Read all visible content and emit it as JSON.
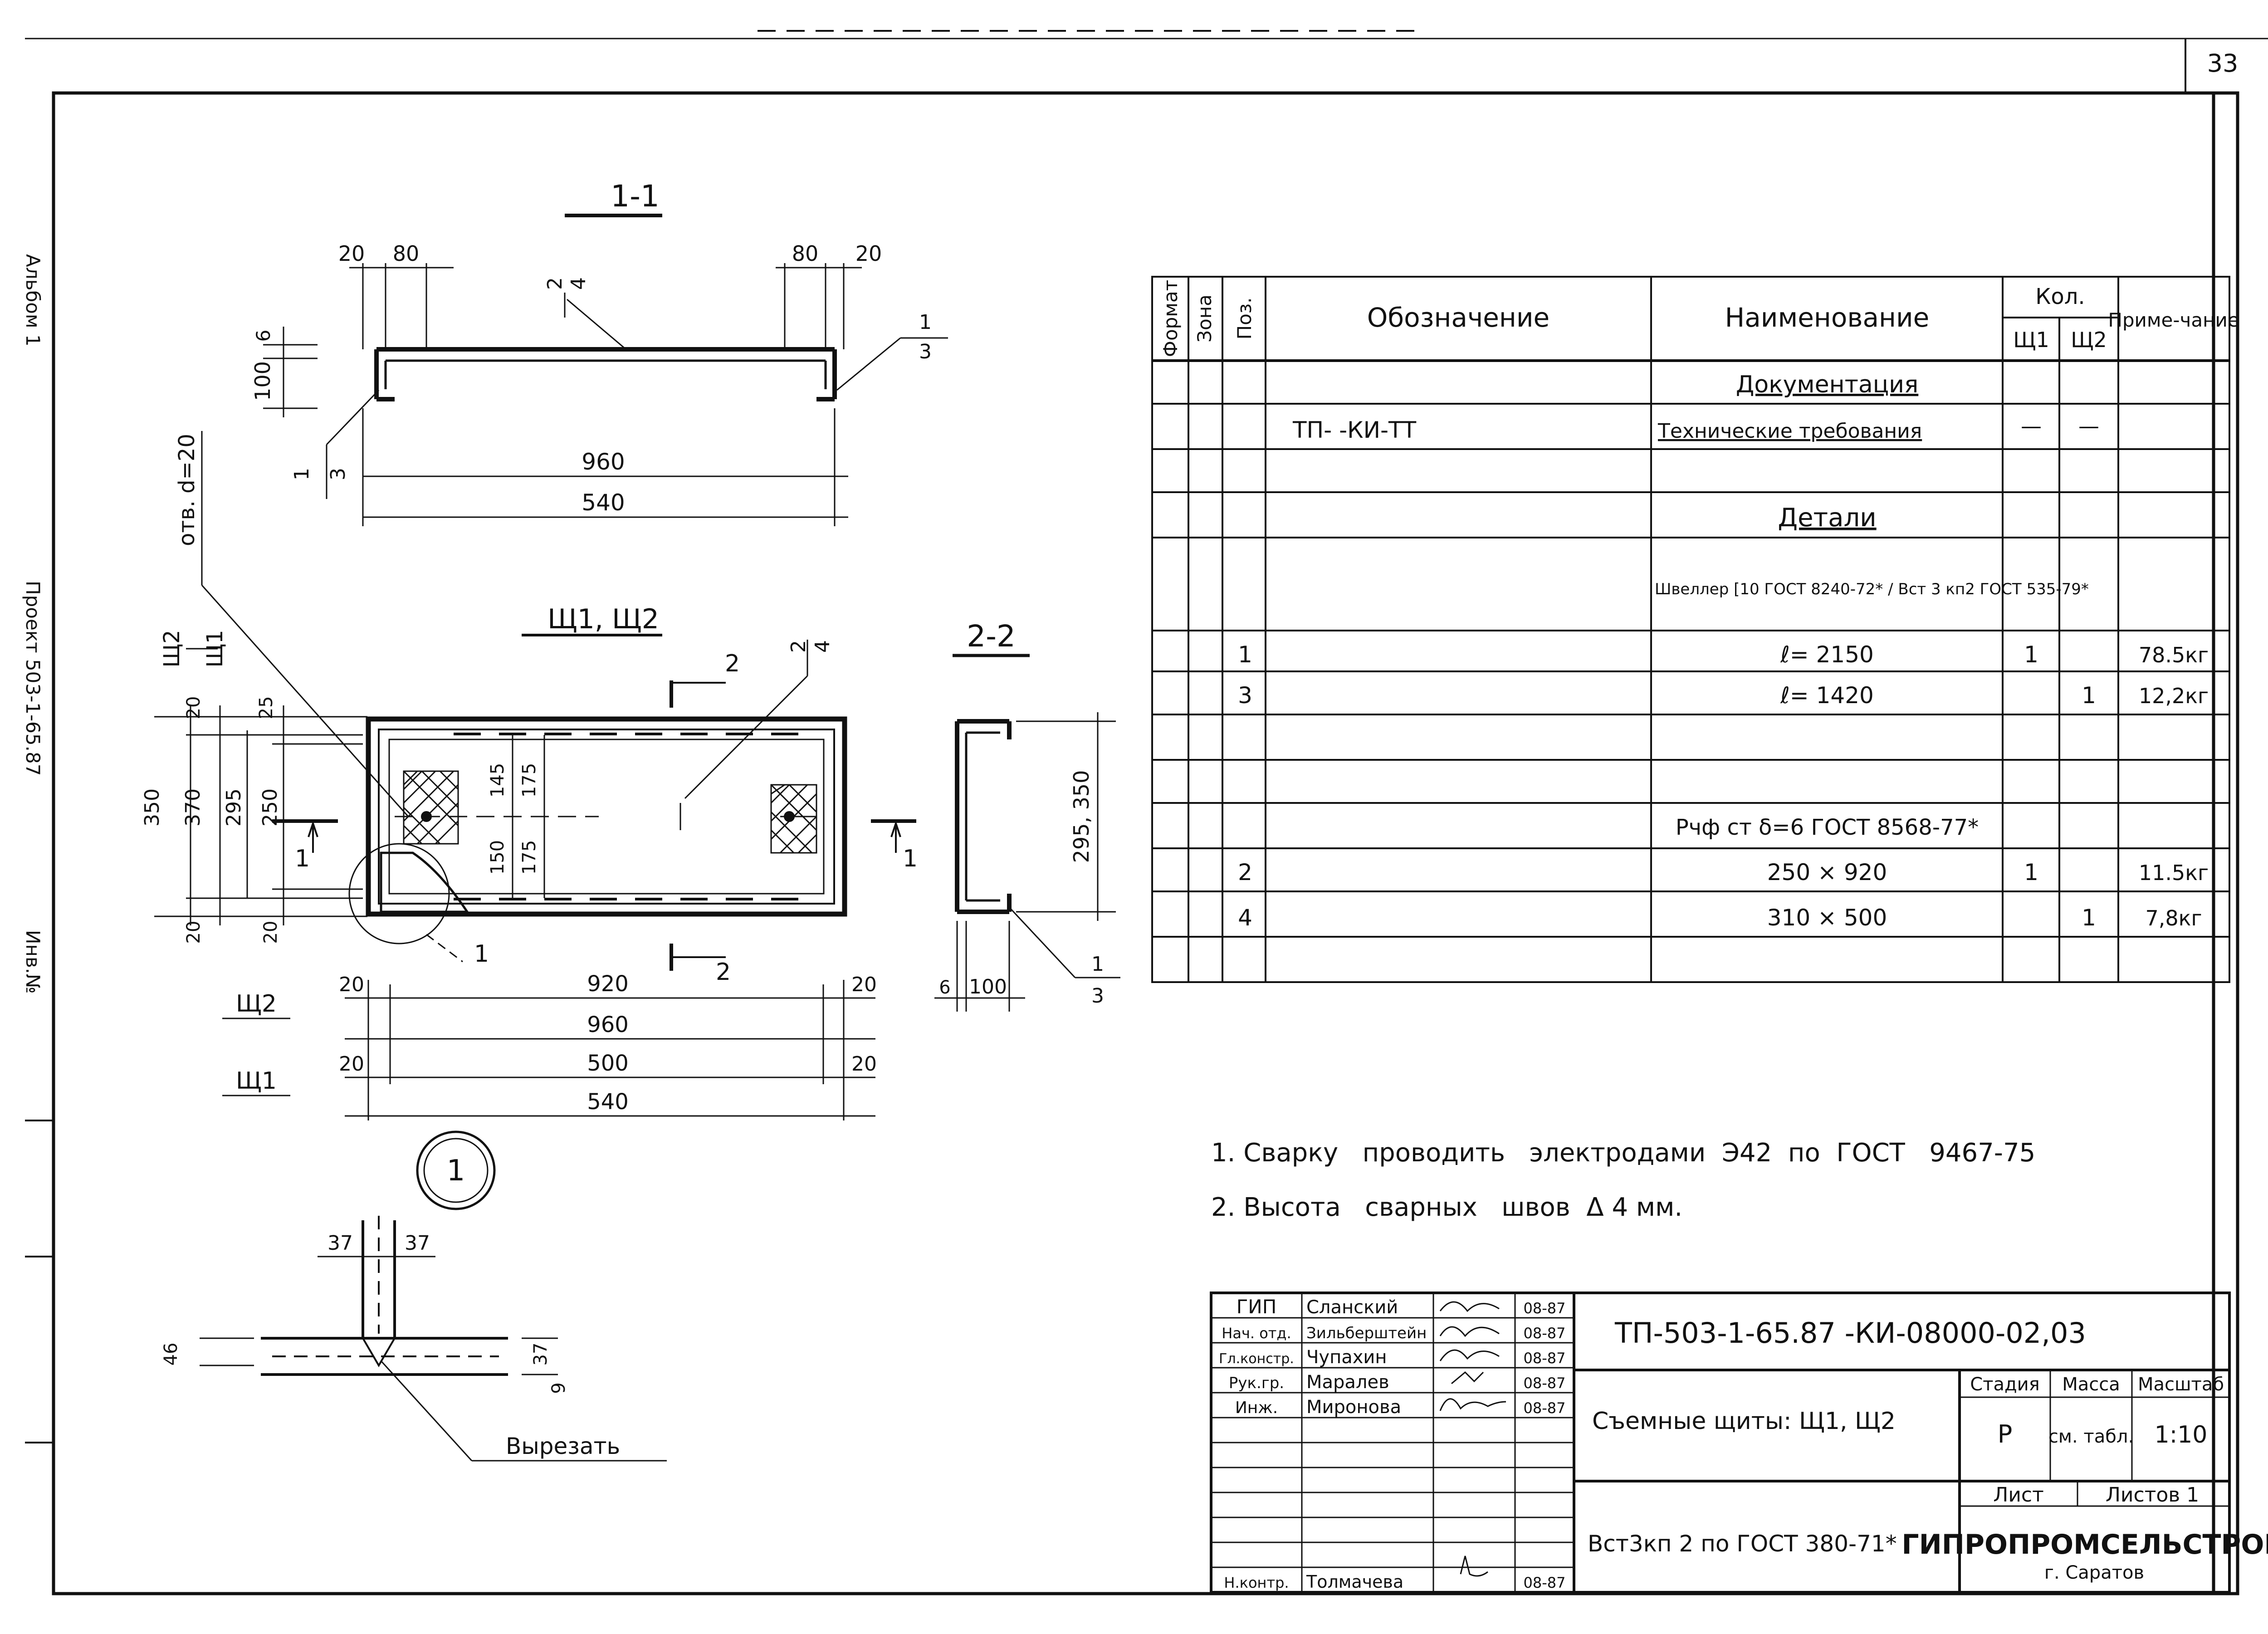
{
  "sheet": {
    "page_number": "33"
  },
  "margin": {
    "album": "Альбом 1",
    "project": "Проект 503-1-65.87",
    "inv": "Инв.№"
  },
  "drawing": {
    "section_1_1": {
      "title": "1-1",
      "dims": {
        "d20a": "20",
        "d80a": "80",
        "d80b": "80",
        "d20b": "20",
        "d6": "6",
        "d100": "100",
        "d960": "960",
        "d540": "540"
      },
      "callouts": {
        "pos2": "2",
        "sheet4": "4",
        "pos1r": "1",
        "sheet3r": "3",
        "pos1l": "1",
        "sheet3l": "3"
      }
    },
    "shield_view": {
      "title": "Щ1, Щ2",
      "hole_label": "отв. d=20",
      "side_labels": {
        "sh2": "Щ2",
        "sh1": "Щ1"
      },
      "dims_left": {
        "d350": "350",
        "d370": "370",
        "d295": "295",
        "d250": "250",
        "d20t": "20",
        "d25": "25",
        "d20b": "20",
        "d20c": "20"
      },
      "dims_inner": {
        "d145": "145",
        "d175a": "175",
        "d150": "150",
        "d175b": "175"
      },
      "cut_marks": {
        "left": "1",
        "right": "1",
        "top": "2",
        "bottom": "2"
      },
      "callout_node": "1",
      "callouts": {
        "pos2": "2",
        "sheet4": "4"
      },
      "dims_bottom": {
        "row_sh2_label": "Щ2",
        "d20a": "20",
        "d920": "920",
        "d20b": "20",
        "d960": "960",
        "row_sh1_label": "Щ1",
        "d20c": "20",
        "d500": "500",
        "d20d": "20",
        "d540": "540"
      }
    },
    "section_2_2": {
      "title": "2-2",
      "dim_height": "295, 350",
      "dim_6": "6",
      "dim_100": "100",
      "callout_pos": "1",
      "callout_sheet": "3"
    },
    "node_1": {
      "label": "1",
      "dims": {
        "d37a": "37",
        "d37b": "37",
        "d46": "46",
        "d37c": "37",
        "d9": "9"
      },
      "note": "Вырезать"
    }
  },
  "spec_table": {
    "headers": {
      "format": "Формат",
      "zone": "Зона",
      "pos": "Поз.",
      "designation": "Обозначение",
      "name": "Наименование",
      "qty": "Кол.",
      "qty_sh1": "Щ1",
      "qty_sh2": "Щ2",
      "note": "Приме-чание"
    },
    "rows": [
      {
        "pos": "",
        "designation": "",
        "name": "Документация",
        "sh1": "",
        "sh2": "",
        "note": ""
      },
      {
        "pos": "",
        "designation": "ТП-          -КИ-ТТ",
        "name": "Технические требования",
        "sh1": "—",
        "sh2": "—",
        "note": ""
      },
      {
        "pos": "",
        "designation": "",
        "name": "",
        "sh1": "",
        "sh2": "",
        "note": ""
      },
      {
        "pos": "",
        "designation": "",
        "name": "Детали",
        "sh1": "",
        "sh2": "",
        "note": ""
      },
      {
        "pos": "",
        "designation": "",
        "name": "Швеллер [10 ГОСТ 8240-72* / Вст 3 кп2 ГОСТ 535-79*",
        "sh1": "",
        "sh2": "",
        "note": ""
      },
      {
        "pos": "1",
        "designation": "",
        "name": "ℓ= 2150",
        "sh1": "1",
        "sh2": "",
        "note": "78.5кг"
      },
      {
        "pos": "3",
        "designation": "",
        "name": "ℓ= 1420",
        "sh1": "",
        "sh2": "1",
        "note": "12,2кг"
      },
      {
        "pos": "",
        "designation": "",
        "name": "",
        "sh1": "",
        "sh2": "",
        "note": ""
      },
      {
        "pos": "",
        "designation": "",
        "name": "",
        "sh1": "",
        "sh2": "",
        "note": ""
      },
      {
        "pos": "",
        "designation": "",
        "name": "Рчф ст δ=6 ГОСТ 8568-77*",
        "sh1": "",
        "sh2": "",
        "note": ""
      },
      {
        "pos": "2",
        "designation": "",
        "name": "250 × 920",
        "sh1": "1",
        "sh2": "",
        "note": "11.5кг"
      },
      {
        "pos": "4",
        "designation": "",
        "name": "310 × 500",
        "sh1": "",
        "sh2": "1",
        "note": "7,8кг"
      }
    ]
  },
  "notes": [
    "1. Сварку   проводить   электродами  Э42  по  ГОСТ   9467-75",
    "2. Высота   сварных   швов  Δ 4 мм."
  ],
  "title_block": {
    "signatures": [
      {
        "role": "ГИП",
        "name": "Сланский",
        "date": "08-87"
      },
      {
        "role": "Нач. отд.",
        "name": "Зильберштейн",
        "date": "08-87"
      },
      {
        "role": "Гл.констр.",
        "name": "Чупахин",
        "date": "08-87"
      },
      {
        "role": "Рук.гр.",
        "name": "Маралев",
        "date": "08-87"
      },
      {
        "role": "Инж.",
        "name": "Миронова",
        "date": "08-87"
      },
      {
        "role": "Н.контр.",
        "name": "Толмачева",
        "date": "08-87"
      }
    ],
    "code": "ТП-503-1-65.87  -КИ-08000-02,03",
    "title": "Съемные щиты: Щ1, Щ2",
    "material": "Вст3кп 2 по ГОСТ 380-71*",
    "stage_h": "Стадия",
    "mass_h": "Масса",
    "scale_h": "Масштаб",
    "stage": "Р",
    "mass": "см. табл.",
    "scale": "1:10",
    "sheet_h": "Лист",
    "sheets_h": "Листов 1",
    "org": "ГИПРОПРОМСЕЛЬСТРОЙ",
    "city": "г. Саратов"
  }
}
